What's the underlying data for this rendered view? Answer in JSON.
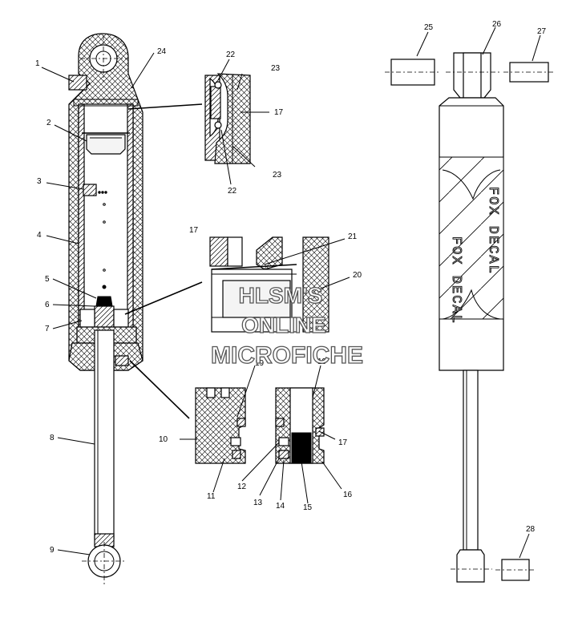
{
  "callouts": [
    "1",
    "2",
    "3",
    "4",
    "5",
    "6",
    "7",
    "8",
    "9",
    "10",
    "11",
    "12",
    "13",
    "14",
    "15",
    "16",
    "17",
    "17",
    "17",
    "19",
    "19",
    "20",
    "21",
    "22",
    "22",
    "23",
    "23",
    "24",
    "25",
    "26",
    "27",
    "28"
  ],
  "decal_text": "FOX DECAL",
  "watermark": {
    "line1": "HLSM'S",
    "line2": "ONLINE",
    "line3": "MICROFICHE"
  }
}
